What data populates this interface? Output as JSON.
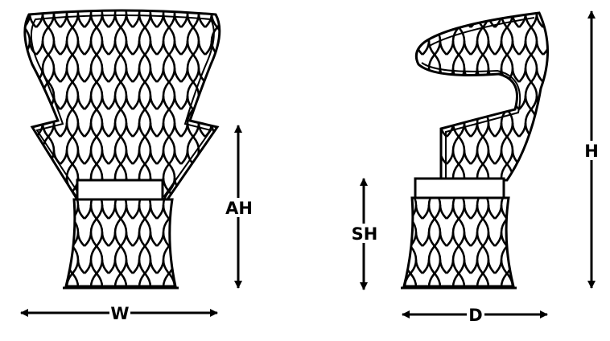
{
  "dimensions": {
    "width_label": "W",
    "arm_height_label": "AH",
    "seat_height_label": "SH",
    "depth_label": "D",
    "height_label": "H"
  },
  "colors": {
    "line": "#000000",
    "background": "#ffffff"
  }
}
